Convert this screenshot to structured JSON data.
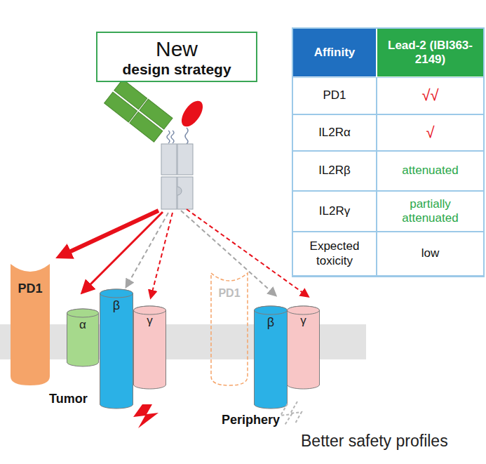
{
  "diagram": {
    "nodes": [
      {
        "text": [
          "New",
          "design strategy"
        ]
      },
      {
        "text": [
          "PD1"
        ]
      },
      {
        "text": [
          "α"
        ]
      },
      {
        "text": [
          "β"
        ]
      },
      {
        "text": [
          "γ"
        ]
      },
      {
        "text": [
          "PD1"
        ]
      },
      {
        "text": [
          "β"
        ]
      },
      {
        "text": [
          "γ"
        ]
      }
    ],
    "labels": [
      "Affinity",
      "Lead-2 (IBI363-2149)",
      "PD1",
      "√√",
      "IL2Rα",
      "√",
      "IL2Rβ",
      "attenuated",
      "IL2Rγ",
      "partially attenuated",
      "Expected toxicity",
      "low",
      "Tumor",
      "Periphery",
      "Better safety profiles"
    ]
  }
}
